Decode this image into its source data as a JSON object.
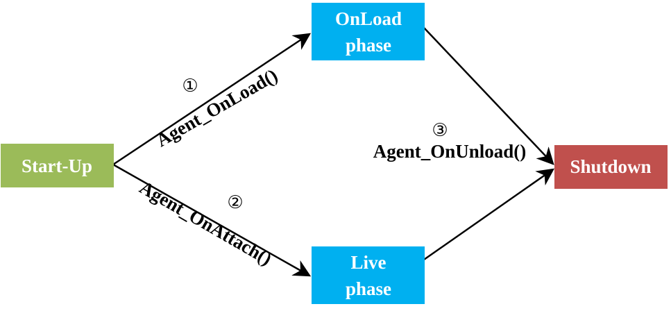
{
  "colors": {
    "startup": "#9bbb59",
    "phase": "#00b0f0",
    "shutdown": "#c0504d",
    "edge": "#000000",
    "node_text": "#ffffff"
  },
  "nodes": {
    "startup": {
      "label": "Start-Up"
    },
    "onload": {
      "line1": "OnLoad",
      "line2": "phase"
    },
    "live": {
      "line1": "Live",
      "line2": "phase"
    },
    "shutdown": {
      "label": "Shutdown"
    }
  },
  "edges": {
    "onload": {
      "marker": "①",
      "label": "Agent_OnLoad()"
    },
    "onattach": {
      "marker": "②",
      "label": "Agent_OnAttach()"
    },
    "onunload": {
      "marker": "③",
      "label": "Agent_OnUnload()"
    }
  }
}
